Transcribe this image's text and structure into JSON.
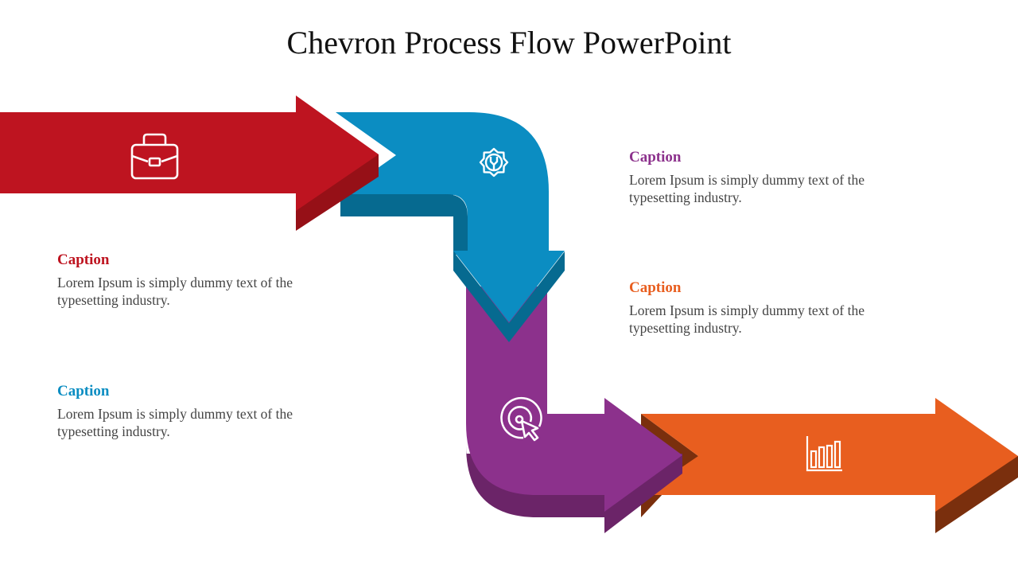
{
  "title": "Chevron Process Flow PowerPoint",
  "colors": {
    "red": "#be1420",
    "blue": "#0b8dc2",
    "purple": "#8c318c",
    "orange": "#e85e1f"
  },
  "steps": [
    {
      "caption": "Caption",
      "text": "Lorem Ipsum is simply dummy text of the typesetting industry.",
      "color": "#be1420",
      "icon": "briefcase-icon"
    },
    {
      "caption": "Caption",
      "text": "Lorem Ipsum is simply dummy text of the typesetting industry.",
      "color": "#8c318c",
      "icon": "gear-wrench-icon"
    },
    {
      "caption": "Caption",
      "text": "Lorem Ipsum is simply dummy text of the typesetting industry.",
      "color": "#0b8dc2",
      "icon": "target-cursor-icon"
    },
    {
      "caption": "Caption",
      "text": "Lorem Ipsum is simply dummy text of the typesetting industry.",
      "color": "#e85e1f",
      "icon": "bar-chart-icon"
    }
  ]
}
